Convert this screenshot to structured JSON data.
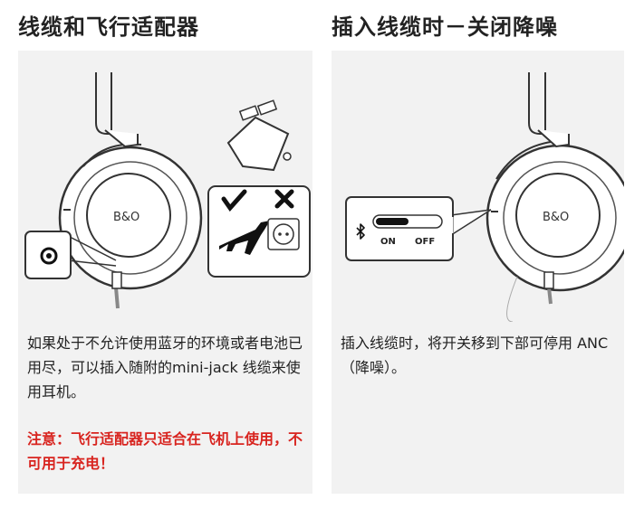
{
  "left": {
    "heading": "线缆和飞行适配器",
    "brand_mark": "B&O",
    "body": "如果处于不允许使用蓝牙的环境或者电池已用尽，可以插入随附的mini-jack 线缆来使用耳机。",
    "warning": "注意：飞行适配器只适合在飞机上使用，不可用于充电！",
    "icons": [
      "check-icon",
      "cross-icon",
      "airplane-icon",
      "wall-socket-icon",
      "flight-adapter-icon",
      "headphone-jack-icon"
    ]
  },
  "right": {
    "heading": "插入线缆时－关闭降噪",
    "brand_mark": "B&O",
    "switch_on_label": "ON",
    "switch_off_label": "OFF",
    "body": "插入线缆时，将开关移到下部可停用 ANC（降噪）。",
    "icons": [
      "bluetooth-icon"
    ]
  },
  "colors": {
    "warning": "#d8241f",
    "card_bg": "#f2f2f2",
    "text": "#222222"
  }
}
